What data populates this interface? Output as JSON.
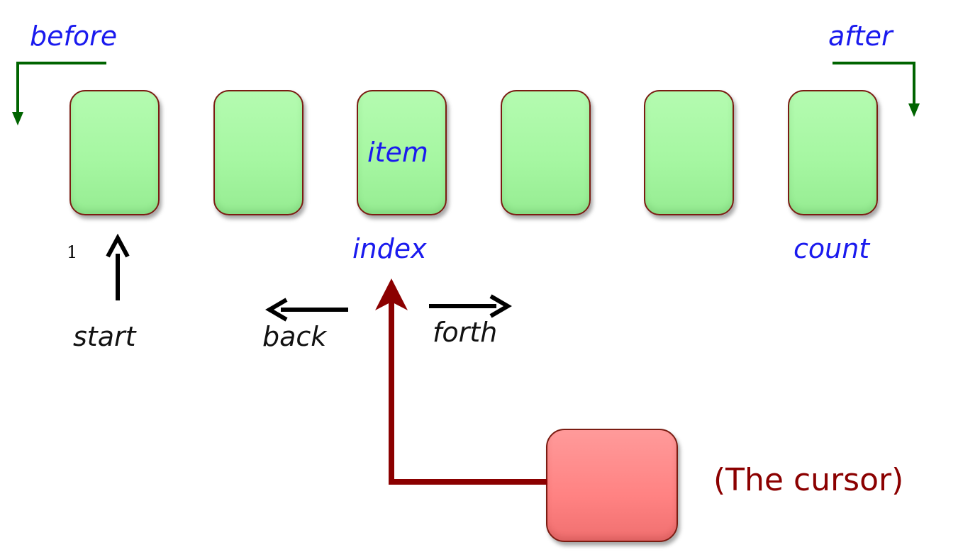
{
  "labels": {
    "before": "before",
    "after": "after",
    "item": "item",
    "index": "index",
    "count": "count",
    "one": "1",
    "start": "start",
    "back": "back",
    "forth": "forth",
    "cursor": "(The cursor)"
  },
  "list_cells": 6,
  "colors": {
    "cell_fill": "#a6f7a2",
    "cell_border": "#7a1c12",
    "cursor_fill": "#ff8282",
    "label_blue": "#1a1aee",
    "arrow_green": "#006400",
    "arrow_red": "#8b0000",
    "arrow_black": "#000000"
  }
}
